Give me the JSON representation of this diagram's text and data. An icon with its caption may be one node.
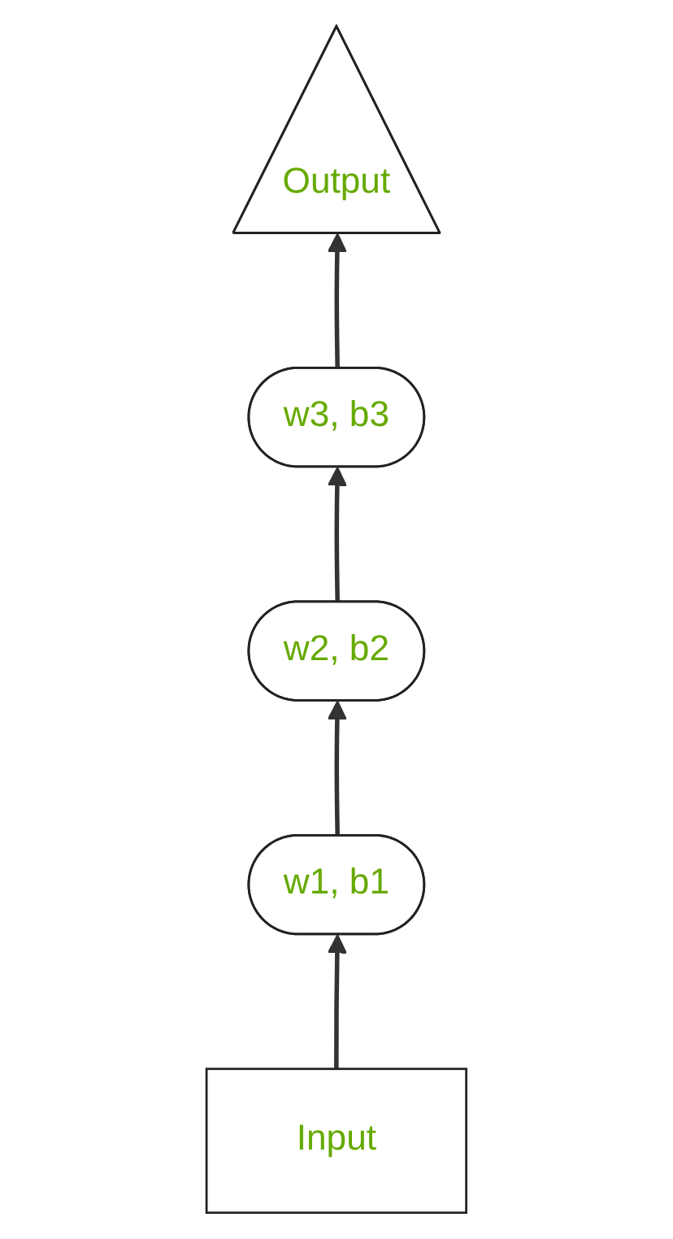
{
  "diagram": {
    "nodes": [
      {
        "text": [
          "Output"
        ]
      },
      {
        "text": [
          "w3, b3"
        ]
      },
      {
        "text": [
          "w2, b2"
        ]
      },
      {
        "text": [
          "w1, b1"
        ]
      },
      {
        "text": [
          "Input"
        ]
      }
    ],
    "edges": [
      {
        "from": 4,
        "to": 3,
        "arrow": "to"
      },
      {
        "from": 3,
        "to": 2,
        "arrow": "to"
      },
      {
        "from": 2,
        "to": 1,
        "arrow": "to"
      },
      {
        "from": 1,
        "to": 0,
        "arrow": "to"
      }
    ]
  }
}
